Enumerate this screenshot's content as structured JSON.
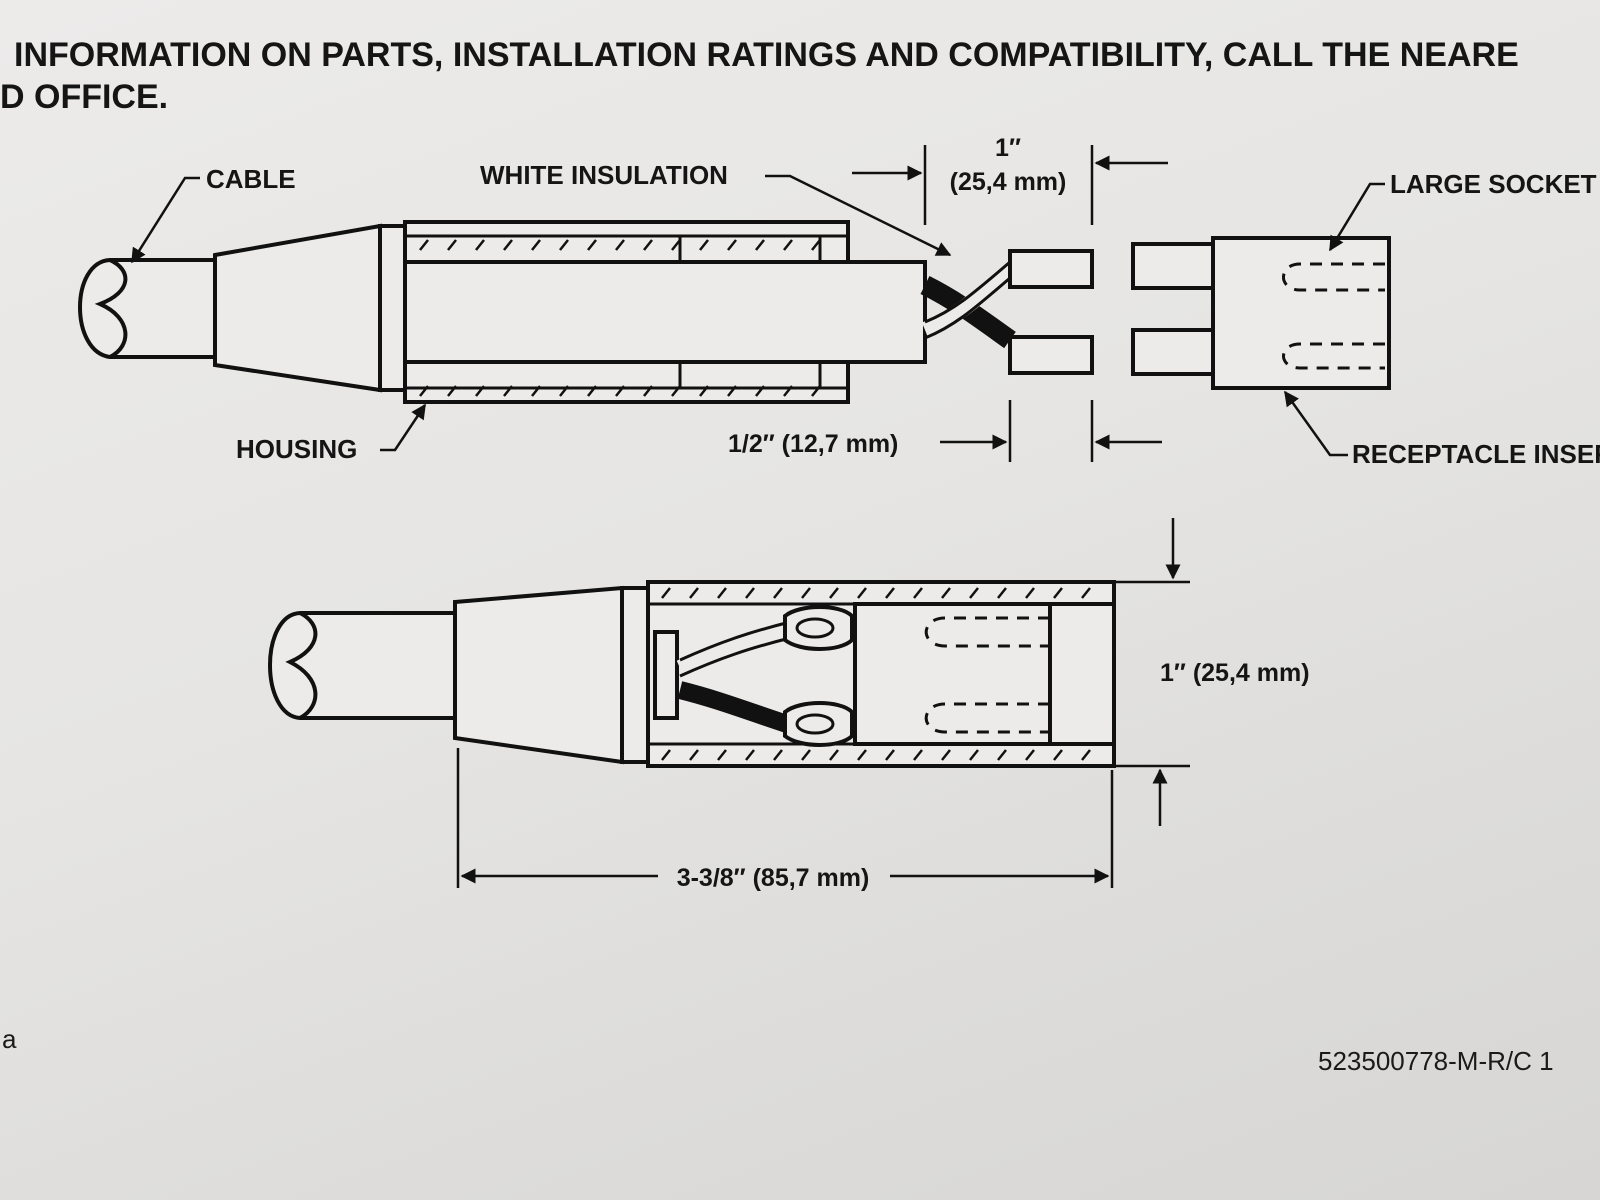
{
  "header": {
    "line1": "INFORMATION ON PARTS, INSTALLATION RATINGS AND COMPATIBILITY, CALL THE NEARE",
    "line2": "D OFFICE."
  },
  "labels": {
    "cable": "CABLE",
    "white_insulation": "WHITE INSULATION",
    "large_socket": "LARGE SOCKET",
    "housing": "HOUSING",
    "receptacle_insert": "RECEPTACLE INSERT"
  },
  "dimensions": {
    "strip_inch": "1″",
    "strip_mm": "(25,4 mm)",
    "half_inch": "1/2″ (12,7 mm)",
    "height": "1″ (25,4 mm)",
    "length": "3-3/8″ (85,7 mm)"
  },
  "footer": {
    "left_mark": "a",
    "doc_number": "523500778-M-R/C  1"
  }
}
